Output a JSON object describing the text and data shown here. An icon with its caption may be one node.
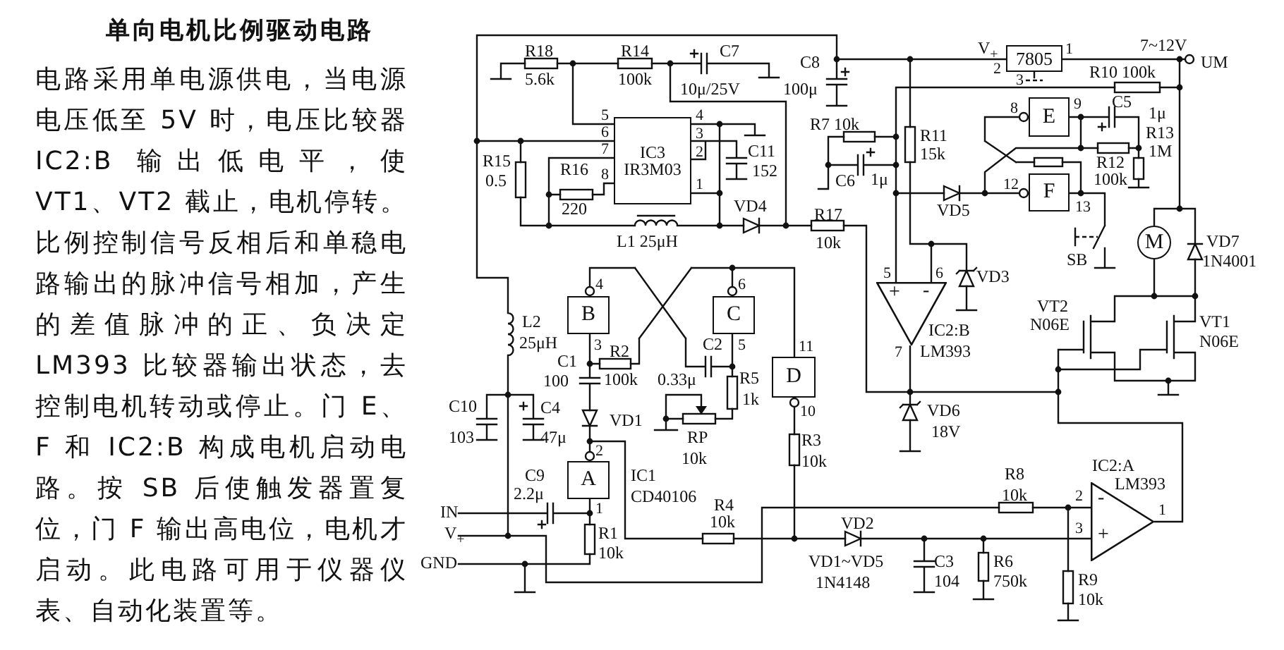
{
  "diagram": {
    "title": "单向电机比例驱动电路",
    "nodes": [
      {
        "text": [
          "IC3",
          "IR3M03"
        ],
        "beside": [
          "5",
          "6",
          "7",
          "8",
          "4",
          "3",
          "2",
          "1"
        ]
      },
      {
        "text": [
          "7805"
        ],
        "beside": [
          "2",
          "1",
          "3"
        ]
      },
      {
        "text": [
          "E"
        ],
        "beside": [
          "8",
          "9"
        ]
      },
      {
        "text": [
          "F"
        ],
        "beside": [
          "12",
          "13"
        ]
      },
      {
        "text": [
          "B"
        ],
        "beside": [
          "4",
          "3"
        ]
      },
      {
        "text": [
          "C"
        ],
        "beside": [
          "6",
          "5"
        ]
      },
      {
        "text": [
          "D"
        ],
        "beside": [
          "11",
          "10"
        ]
      },
      {
        "text": [
          "A"
        ],
        "beside": [
          "2",
          "1"
        ]
      },
      {
        "text": [
          "+",
          "-"
        ],
        "beside": [
          "5",
          "6",
          "7",
          "IC2:B",
          "LM393"
        ]
      },
      {
        "text": [
          "-",
          "+"
        ],
        "beside": [
          "2",
          "3",
          "1",
          "IC2:A",
          "LM393"
        ]
      },
      {
        "text": [
          "M"
        ]
      }
    ],
    "edges": [
      {
        "from": 2,
        "to": 3,
        "arrow": "other"
      },
      {
        "from": 1,
        "to": 10,
        "arrow": "none"
      },
      {
        "from": 0,
        "to": 1,
        "arrow": "none"
      },
      {
        "from": 6,
        "to": 5,
        "arrow": "other"
      },
      {
        "from": 8,
        "to": 9,
        "arrow": "none"
      }
    ],
    "labels": [
      "电路采用单电源供电，当电源电压低至 5V 时，电压比较器 IC2:B 输出低电平，使 VT1、VT2 截止，电机停转。比例控制信号反相后和单稳电路输出的脉冲信号相加，产生的差值脉冲的正、负决定 LM393 比较器输出状态，去控制电机转动或停止。门 E、F 和 IC2:B 构成电机启动电路。按 SB 后使触发器置复位，门 F 输出高电位，电机才启动。此电路可用于仪器仪表、自动化装置等。",
      "R18",
      "R14",
      "C7",
      "V$_{+}$",
      "7~12V",
      "C8",
      "UM",
      "R10 100k",
      "5.6k",
      "100k",
      "10μ/25V",
      "100μ",
      "C5",
      "1μ",
      "R7 10k",
      "R11",
      "R13",
      "C11",
      "15k",
      "1M",
      "R15",
      "R12",
      "R16",
      "152",
      "0.5",
      "C6",
      "1μ",
      "100k",
      "220",
      "VD4",
      "R17",
      "VD5",
      "L1 25μH",
      "10k",
      "VD7",
      "SB",
      "1N4001",
      "VD3",
      "VT2",
      "L2",
      "N06E",
      "VT1",
      "25μH",
      "C2",
      "N06E",
      "R2",
      "C1",
      "100",
      "100k",
      "0.33μ",
      "R5",
      "1k",
      "C10",
      "C4",
      "VD6",
      "VD1",
      "18V",
      "103",
      "47μ",
      "RP",
      "R3",
      "10k",
      "10k",
      "C9",
      "IC1",
      "R8",
      "2.2μ",
      "CD40106",
      "10k",
      "R4",
      "IN",
      "10k",
      "VD2",
      "V$_{+}$",
      "R1",
      "10k",
      "GND",
      "VD1~VD5",
      "C3",
      "R6",
      "1N4148",
      "104",
      "750k",
      "R9",
      "10k"
    ]
  }
}
